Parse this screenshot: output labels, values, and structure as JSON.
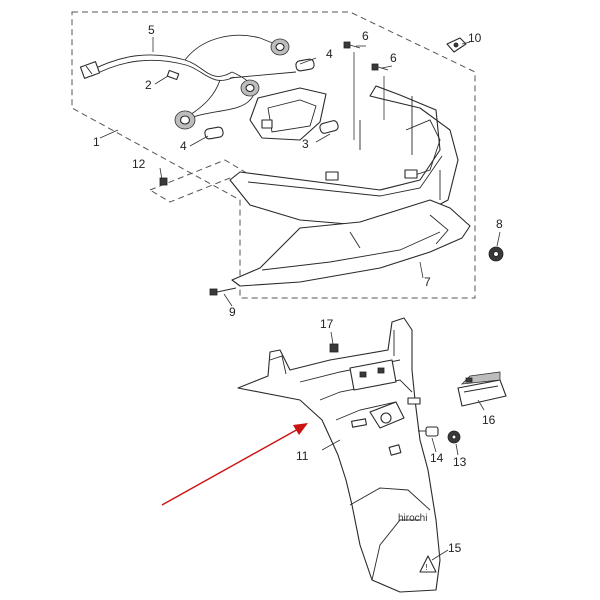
{
  "diagram": {
    "callouts": [
      "1",
      "2",
      "3",
      "4",
      "4",
      "5",
      "6",
      "6",
      "7",
      "8",
      "9",
      "10",
      "11",
      "12",
      "13",
      "14",
      "15",
      "16",
      "17"
    ],
    "watermark": "hirochi",
    "arrow_color": "#cc1111"
  }
}
